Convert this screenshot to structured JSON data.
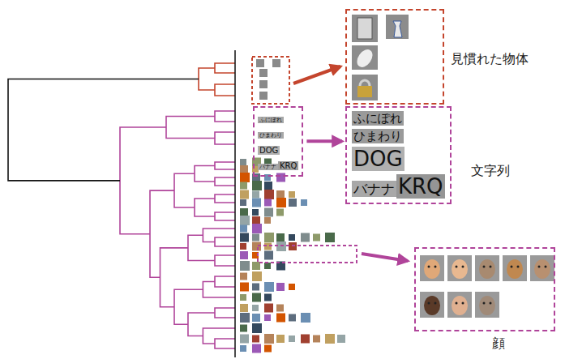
{
  "diagram": {
    "nodes": [
      {
        "text": [
          "見慣れた物体"
        ]
      },
      {
        "text": [
          "ふにぽれ",
          "ひまわり",
          "DOG",
          "バナナ",
          "KRQ"
        ]
      },
      {
        "text": [
          "ふにぽれ",
          "ひまわり",
          "DOG",
          "バナナ",
          "KRQ",
          "文字列"
        ]
      },
      {
        "text": [
          "顔"
        ]
      }
    ],
    "edges": [
      {
        "from": 1,
        "to": 2,
        "arrow": "to"
      }
    ]
  }
}
